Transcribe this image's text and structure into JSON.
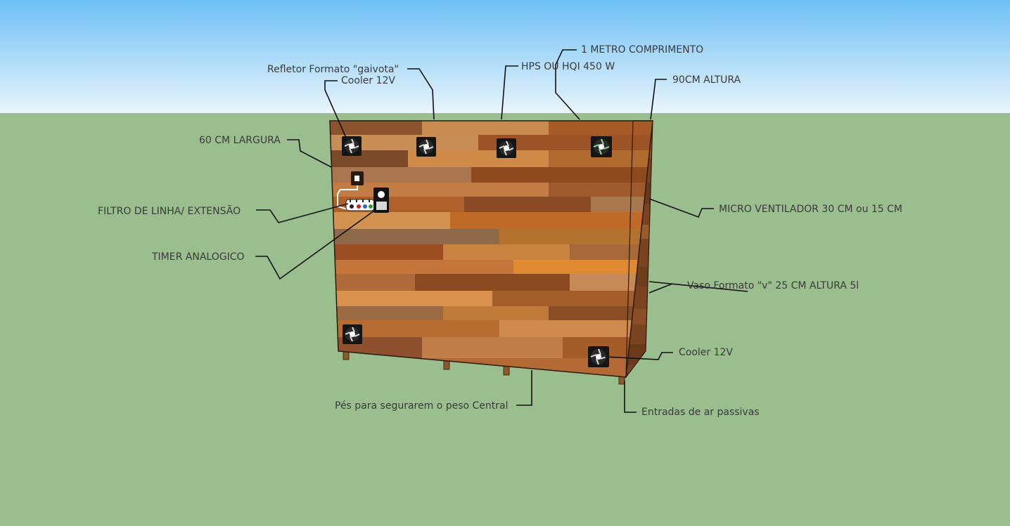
{
  "colors": {
    "sky_top": "#6cc0f5",
    "sky_bottom": "#eaf5fb",
    "ground": "#9bbe8f",
    "wood_front": "#b5652a",
    "wood_side": "#7a4420",
    "leader_line": "#111111",
    "label_text": "#3a3a3a"
  },
  "labels": {
    "refletor": "Refletor Formato \"gaivota\"",
    "cooler_top": "Cooler 12V",
    "hps": "HPS OU HQI 450 W",
    "comprimento": "1 METRO COMPRIMENTO",
    "altura": "90CM ALTURA",
    "largura": "60 CM LARGURA",
    "filtro": "FILTRO DE LINHA/ EXTENSÃO",
    "timer": "TIMER ANALOGICO",
    "micro_ventilador": "MICRO VENTILADOR 30 CM ou 15 CM",
    "vaso": "Vaso Formato \"v\" 25 CM ALTURA 5l",
    "cooler_bottom": "Cooler 12V",
    "pes": "Pés para segurarem o peso Central",
    "entradas": "Entradas de ar passivas"
  },
  "icons": {
    "fan": "fan-icon",
    "power_strip": "power-strip-icon",
    "timer": "timer-icon"
  }
}
